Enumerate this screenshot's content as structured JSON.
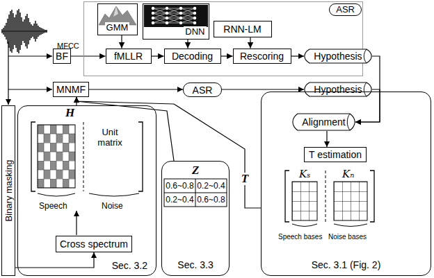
{
  "diagram": {
    "nodes": [
      {
        "text": [
          "ASR"
        ]
      },
      {
        "text": [
          "GMM"
        ],
        "in": 0
      },
      {
        "text": [
          "DNN"
        ],
        "in": 0
      },
      {
        "text": [
          "RNN-LM"
        ],
        "in": 0
      },
      {
        "text": [
          "fMLLR"
        ],
        "in": 0
      },
      {
        "text": [
          "Decoding"
        ],
        "in": 0
      },
      {
        "text": [
          "Rescoring"
        ],
        "in": 0
      },
      {
        "text": [
          "Hypothesis"
        ]
      },
      {
        "text": [
          "BF"
        ]
      },
      {
        "text": [
          "MNMF"
        ]
      },
      {
        "text": [
          "ASR"
        ]
      },
      {
        "text": [
          "Hypothesis"
        ]
      },
      {
        "text": [
          "Binary masking"
        ]
      },
      {
        "text": [
          "Sec. 3.2"
        ]
      },
      {
        "text": [
          "Cross spectrum"
        ],
        "in": 13
      },
      {
        "text": [
          "Sec. 3.3"
        ]
      },
      {
        "text": [
          "Sec. 3.1 (Fig. 2)"
        ]
      },
      {
        "text": [
          "Alignment"
        ],
        "in": 16
      },
      {
        "text": [
          "T estimation"
        ],
        "in": 16
      }
    ],
    "edges": [
      {
        "from": 8,
        "to": 4,
        "arrow": "to"
      },
      {
        "from": 1,
        "to": 4,
        "arrow": "to"
      },
      {
        "from": 4,
        "to": 5,
        "arrow": "to"
      },
      {
        "from": 2,
        "to": 5,
        "arrow": "to"
      },
      {
        "from": 5,
        "to": 6,
        "arrow": "to"
      },
      {
        "from": 3,
        "to": 6,
        "arrow": "to"
      },
      {
        "from": 6,
        "to": 7,
        "arrow": "to"
      },
      {
        "from": 9,
        "to": 10,
        "arrow": "to"
      },
      {
        "from": 10,
        "to": 11,
        "arrow": "to"
      },
      {
        "from": 7,
        "to": 17,
        "arrow": "to"
      },
      {
        "from": 11,
        "to": 17,
        "arrow": "to"
      },
      {
        "from": 17,
        "to": 18,
        "arrow": "to"
      },
      {
        "from": 16,
        "to": 9,
        "arrow": "to",
        "label": "T"
      },
      {
        "from": 15,
        "to": 9,
        "arrow": "to"
      },
      {
        "from": 13,
        "to": 9,
        "arrow": "to"
      },
      {
        "from": 12,
        "to": 14,
        "arrow": "to"
      }
    ],
    "labels": [
      "MFCC",
      "H",
      "Unit matrix",
      "Speech",
      "Noise",
      "Z",
      "0.6~0.8",
      "0.2~0.4",
      "0.2~0.4",
      "0.6~0.8",
      "Kₛ",
      "Kₙ",
      "Speech bases",
      "Noise bases"
    ]
  }
}
